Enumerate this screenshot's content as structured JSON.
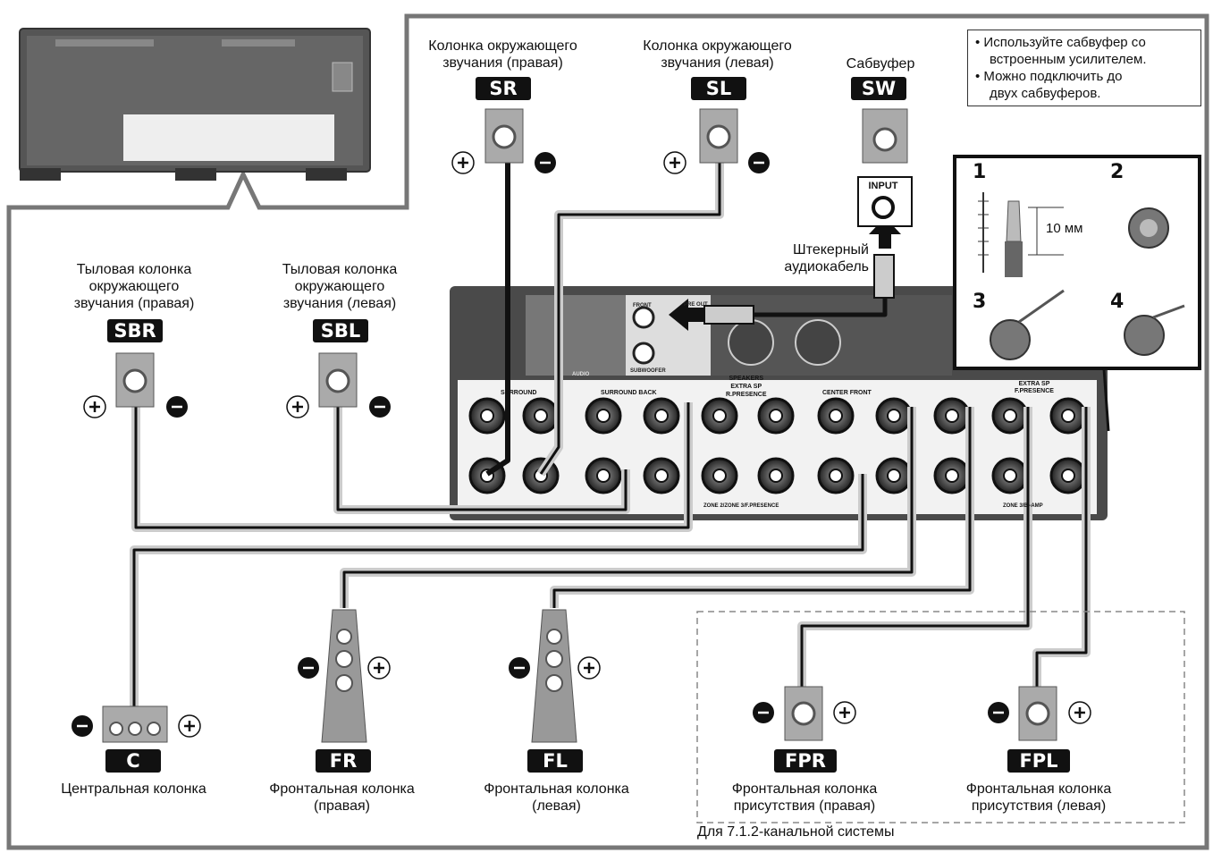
{
  "speakers": {
    "sr": {
      "label_line1": "Колонка окружающего",
      "label_line2": "звучания (правая)",
      "code": "SR"
    },
    "sl": {
      "label_line1": "Колонка окружающего",
      "label_line2": "звучания (левая)",
      "code": "SL"
    },
    "sw": {
      "label_line1": "Сабвуфер",
      "code": "SW"
    },
    "sbr": {
      "label_line1": "Тыловая колонка",
      "label_line2": "окружающего",
      "label_line3": "звучания (правая)",
      "code": "SBR"
    },
    "sbl": {
      "label_line1": "Тыловая колонка",
      "label_line2": "окружающего",
      "label_line3": "звучания (левая)",
      "code": "SBL"
    },
    "c": {
      "label_line1": "Центральная колонка",
      "code": "C"
    },
    "fr": {
      "label_line1": "Фронтальная колонка",
      "label_line2": "(правая)",
      "code": "FR"
    },
    "fl": {
      "label_line1": "Фронтальная колонка",
      "label_line2": "(левая)",
      "code": "FL"
    },
    "fpr": {
      "label_line1": "Фронтальная колонка",
      "label_line2": "присутствия (правая)",
      "code": "FPR"
    },
    "fpl": {
      "label_line1": "Фронтальная колонка",
      "label_line2": "присутствия (левая)",
      "code": "FPL"
    }
  },
  "note": {
    "line1": "• Используйте сабвуфер со",
    "line2": "встроенным усилителем.",
    "line3": "• Можно подключить до",
    "line4": "двух сабвуферов."
  },
  "cable_label": {
    "line1": "Штекерный",
    "line2": "аудиокабель"
  },
  "input_label": "INPUT",
  "steps": {
    "s1": "1",
    "s2": "2",
    "s3": "3",
    "s4": "4",
    "measure": "10 мм"
  },
  "system_note": "Для 7.1.2-канальной системы",
  "panel_labels": {
    "surround": "SURROUND",
    "surround_back": "SURROUND BACK",
    "center_front": "CENTER FRONT",
    "speakers": "SPEAKERS",
    "extra_sp": "EXTRA SP",
    "r_presence": "R.PRESENCE",
    "zone2": "ZONE 2/ZONE 3/F.PRESENCE",
    "extra_sp2": "EXTRA SP",
    "f_presence": "F.PRESENCE",
    "zone_bi": "ZONE 3/BI-AMP",
    "pre_out": "PRE OUT",
    "front": "FRONT",
    "audio": "AUDIO",
    "subwoofer": "SUBWOOFER"
  },
  "colors": {
    "ink": "#111111",
    "panel": "#4a4a4a",
    "wire": "#111111",
    "wire_light": "#cfcfcf"
  }
}
